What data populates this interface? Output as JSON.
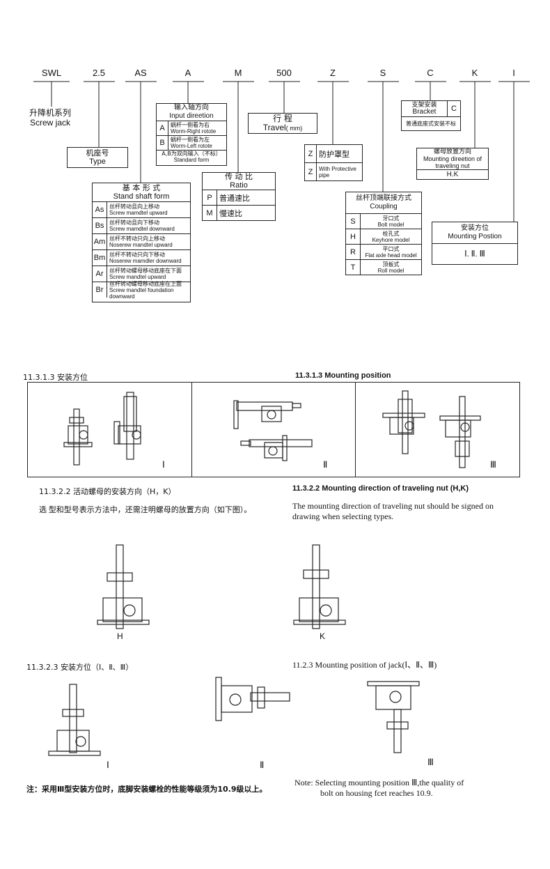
{
  "model_code": {
    "codes": [
      "SWL",
      "2.5",
      "AS",
      "A",
      "M",
      "500",
      "Z",
      "S",
      "C",
      "K",
      "I"
    ],
    "screw_jack": {
      "zh": "升降机系列",
      "en": "Screw jack"
    },
    "type": {
      "zh": "机座号",
      "en": "Type"
    },
    "stand_shaft": {
      "zh": "基 本 形 式",
      "en": "Stand shaft form",
      "rows": [
        {
          "key": "As",
          "zh": "丝杆转动且向上移动",
          "en": "Screw mamdtel upward"
        },
        {
          "key": "Bs",
          "zh": "丝杆转动且向下移动",
          "en": "Screw mamdtel downward"
        },
        {
          "key": "Am",
          "zh": "丝杆不转动只向上移动",
          "en": "Noserew mandtel upward"
        },
        {
          "key": "Bm",
          "zh": "丝杆不转动只向下移动",
          "en": "Noserew mamdler downward"
        },
        {
          "key": "Ar",
          "zh": "丝杆转动螺母移动底座在下面",
          "en": "Screw mandtel upward"
        },
        {
          "key": "Br",
          "zh": "丝杆转动螺母移动底座在上面",
          "en": "Screw mandtel foundation downward"
        }
      ]
    },
    "input": {
      "zh": "输入轴方向",
      "en": "Input direetion",
      "rows": [
        {
          "key": "A",
          "zh": "蜗杆一侧看为右",
          "en": "Worm-Right rotote"
        },
        {
          "key": "B",
          "zh": "蜗杆一侧看为左",
          "en": "Worm-Left rotote"
        }
      ],
      "footer_zh": "A,B为双向输入（不标）",
      "footer_en": "Standard form"
    },
    "ratio": {
      "zh": "传 动 比",
      "en": "Ratio",
      "rows": [
        {
          "key": "P",
          "zh": "普通速比"
        },
        {
          "key": "M",
          "zh": "慢速比"
        }
      ]
    },
    "travel": {
      "zh": "行    程",
      "en": "Travel",
      "unit": "( mm)"
    },
    "protective": {
      "rows": [
        {
          "key": "Z",
          "zh": "防护罩型"
        },
        {
          "key": "Z",
          "en": "With Protective pipe"
        }
      ]
    },
    "coupling": {
      "zh": "丝杆顶端联接方式",
      "en": "Coupling",
      "rows": [
        {
          "key": "S",
          "zh": "牙口式",
          "en": "Bolt model"
        },
        {
          "key": "H",
          "zh": "栓孔式",
          "en": "Keyhore model"
        },
        {
          "key": "R",
          "zh": "平口式",
          "en": "Flat axle head model"
        },
        {
          "key": "T",
          "zh": "顶板式",
          "en": "Roll model"
        }
      ]
    },
    "bracket": {
      "zh": "支架安装",
      "en": "Bracket",
      "key": "C",
      "note": "普通底座式安装不标"
    },
    "nut_dir": {
      "zh": "螺母放置方向",
      "en": "Mounting direetion of traveling nut",
      "value": "H.K"
    },
    "mount_pos": {
      "zh": "安装方位",
      "en": "Mounting Postion",
      "value": "Ⅰ. Ⅱ. Ⅲ"
    }
  },
  "section1": {
    "title_zh": "11.3.1.3 安装方位",
    "title_en": "11.3.1.3 Mounting position",
    "labels": [
      "Ⅰ",
      "Ⅱ",
      "Ⅲ"
    ]
  },
  "section2": {
    "title_zh": "11.3.2.2  活动螺母的安装方向（H，K）",
    "title_en": "11.3.2.2 Mounting direction of traveling nut (H,K)",
    "body_zh": "选 型和型号表示方法中，还需注明螺母的放置方向（如下图）。",
    "body_en": "The mounting direction of traveling nut should be signed on drawing when selecting types.",
    "labels": [
      "H",
      "K"
    ]
  },
  "section3": {
    "title_zh": "11.3.2.3  安装方位（Ⅰ、Ⅱ、Ⅲ）",
    "title_en": "11.2.3  Mounting position of jack(Ⅰ、Ⅱ、Ⅲ)",
    "labels": [
      "Ⅰ",
      "Ⅱ",
      "Ⅲ"
    ]
  },
  "notes": {
    "zh": "注：采用Ⅲ型安装方位时，底脚安装螺栓的性能等级须为10.9级以上。",
    "en_line1": "Note: Selecting mounting position Ⅲ,the quality of",
    "en_line2": "bolt on housing fcet reaches 10.9."
  }
}
